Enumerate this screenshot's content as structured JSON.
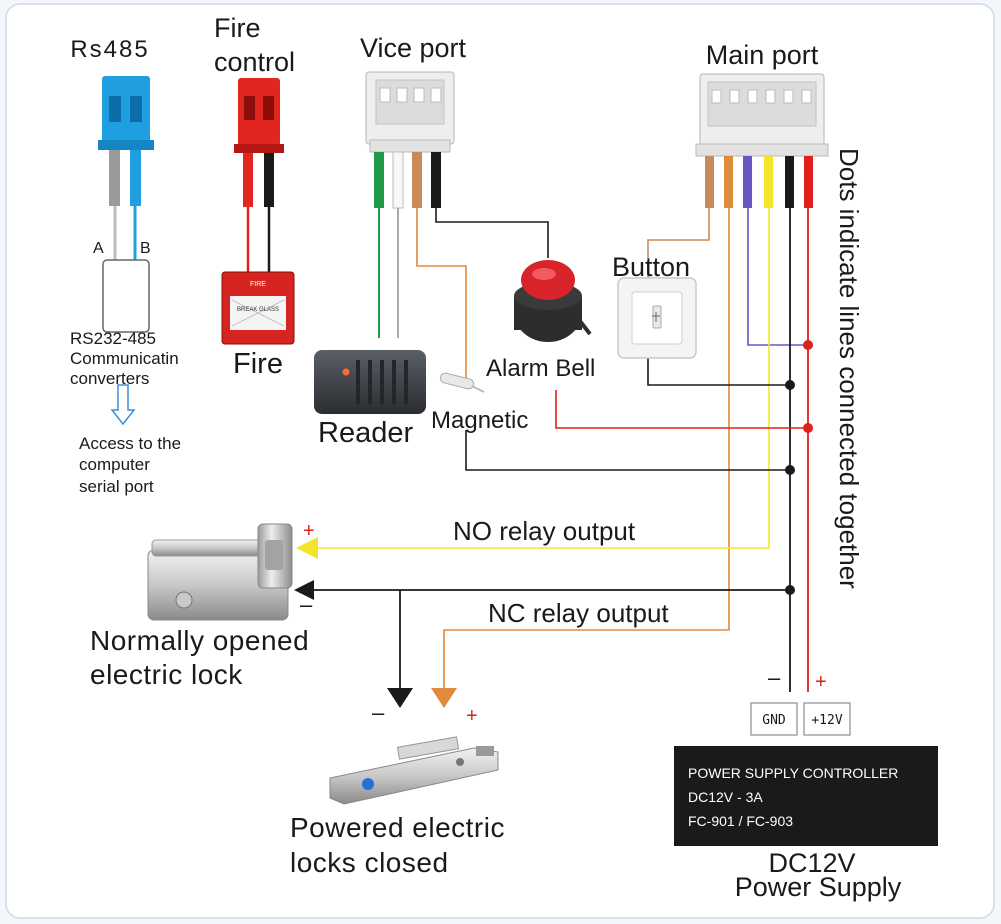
{
  "labels": {
    "rs485": "Rs485",
    "fire_control_1": "Fire",
    "fire_control_2": "control",
    "vice_port": "Vice port",
    "main_port": "Main port",
    "wire_a": "A",
    "wire_b": "B",
    "converter_1": "RS232-485",
    "converter_2": "Communicatin",
    "converter_3": "converters",
    "computer_1": "Access to the",
    "computer_2": "computer",
    "computer_3": "serial port",
    "fire": "Fire",
    "reader": "Reader",
    "magnetic": "Magnetic",
    "alarm_bell": "Alarm Bell",
    "button": "Button",
    "dots_note": "Dots indicate lines connected together",
    "no_relay": "NO relay output",
    "nc_relay": "NC relay output",
    "lock_open_1": "Normally opened",
    "lock_open_2": "electric lock",
    "lock_closed_1": "Powered electric",
    "lock_closed_2": "locks closed",
    "gnd": "GND",
    "v12": "+12V",
    "plus": "+",
    "minus": "–",
    "psu_line_1": "POWER SUPPLY CONTROLLER",
    "psu_line_2": "DC12V - 3A",
    "psu_line_3": "FC-901 / FC-903",
    "dc_1": "DC12V",
    "dc_2": "Power Supply",
    "fire_box_1": "FIRE",
    "fire_box_2": "BREAK GLASS"
  },
  "colors": {
    "red_wire": "#e0201b",
    "black_wire": "#1a1a1a",
    "yellow_wire": "#f5e52a",
    "purple_wire": "#6a55c4",
    "orange_wire": "#e08a3c",
    "tan_wire": "#c98a5a",
    "green_wire": "#1f9a4a",
    "blue_connector": "#1f9fe0",
    "red_connector": "#e0261f"
  }
}
